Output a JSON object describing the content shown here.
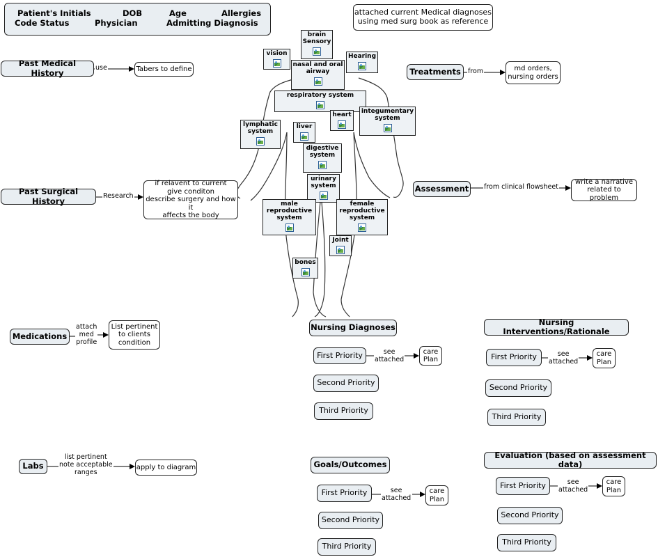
{
  "header": {
    "row1": [
      "Patient's Initials",
      "DOB",
      "Age",
      "Allergies"
    ],
    "row2": [
      "Code Status",
      "Physician",
      "Admitting Diagnosis"
    ]
  },
  "note_top": "attached current Medical diagnoses\nusing med surg book as reference",
  "past_medical": {
    "title": "Past Medical History",
    "link": "use",
    "target": "Tabers to define"
  },
  "treatments": {
    "title": "Treatments",
    "link": "from",
    "target": "md orders,\nnursing orders"
  },
  "past_surgical": {
    "title": "Past Surgical History",
    "link": "Research",
    "target": "if relavent to current\ngive conditon\ndescribe surgery and how it\naffects the body"
  },
  "assessment": {
    "title": "Assessment",
    "link": "from clinical flowsheet",
    "target": "write a narrative\nrelated to problem"
  },
  "medications": {
    "title": "Medications",
    "link": "attach\nmed\nprofile",
    "target": "List pertinent\nto clients\ncondition"
  },
  "labs": {
    "title": "Labs",
    "link": "list pertinent\nnote acceptable\nranges",
    "target": "apply to diagram"
  },
  "organs": {
    "brain": "brain\nSensory",
    "vision": "vision",
    "hearing": "Hearing",
    "nasal": "nasal and oral\nairway",
    "respiratory": "respiratory system",
    "heart": "heart",
    "integumentary": "integumentary\nsystem",
    "lymphatic": "lymphatic\nsystem",
    "liver": "liver",
    "digestive": "digestive\nsystem",
    "urinary": "urinary\nsystem",
    "male": "male\nreproductive\nsystem",
    "female": "female\nreproductive\nsystem",
    "joint": "Joint",
    "bones": "bones"
  },
  "nursing_diagnoses": {
    "title": "Nursing Diagnoses",
    "first": "First Priority",
    "second": "Second Priority",
    "third": "Third Priority",
    "link": "see\nattached",
    "target": "care\nPlan"
  },
  "interventions": {
    "title": "Nursing Interventions/Rationale",
    "first": "First Priority",
    "second": "Second Priority",
    "third": "Third Priority",
    "link": "see\nattached",
    "target": "care\nPlan"
  },
  "goals": {
    "title": "Goals/Outcomes",
    "first": "First Priority",
    "second": "Second Priority",
    "third": "Third Priority",
    "link": "see\nattached",
    "target": "care\nPlan"
  },
  "evaluation": {
    "title": "Evaluation (based on assessment data)",
    "first": "First Priority",
    "second": "Second Priority",
    "third": "Third Priority",
    "link": "see\nattached",
    "target": "care\nPlan"
  }
}
